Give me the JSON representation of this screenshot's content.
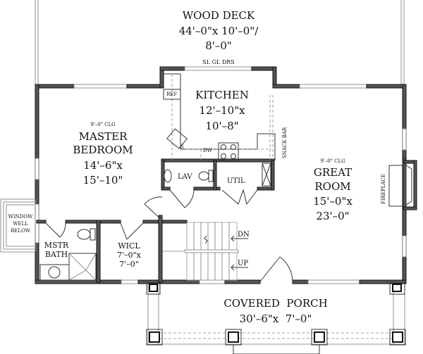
{
  "rooms": {
    "wood_deck": {
      "name": "WOOD DECK",
      "dim1": "44'–0\"x 10'–0\"/",
      "dim2": "8'–0\""
    },
    "kitchen": {
      "name": "KITCHEN",
      "dim1": "12'–10\"x",
      "dim2": "10'–8\""
    },
    "master_bedroom": {
      "ceiling": "9'–0\" CLG",
      "name1": "MASTER",
      "name2": "BEDROOM",
      "dim1": "14'–6\"x",
      "dim2": "15'–10\""
    },
    "great_room": {
      "ceiling": "9'–0\" CLG",
      "name1": "GREAT",
      "name2": "ROOM",
      "dim1": "15'–0\"x",
      "dim2": "23'–0\""
    },
    "master_bath": {
      "name1": "MSTR",
      "name2": "BATH"
    },
    "wicl": {
      "name": "WICL",
      "dim1": "7'–0\"x",
      "dim2": "7'–0\""
    },
    "covered_porch": {
      "name": "COVERED  PORCH",
      "dim": "30'–6\"x  7'–0\""
    },
    "lav": {
      "name": "LAV"
    },
    "util": {
      "name": "UTIL"
    }
  },
  "labels": {
    "sliding_doors": "SL  GL  DRS",
    "refrigerator": "REF",
    "sink": "S",
    "dishwasher": "DW",
    "snack_bar": "SNACK BAR",
    "fireplace": "FIREPLACE",
    "window_well1": "WINDOW",
    "window_well2": "WELL",
    "window_well3": "BELOW",
    "stairs_down": "DN",
    "stairs_up": "UP"
  }
}
